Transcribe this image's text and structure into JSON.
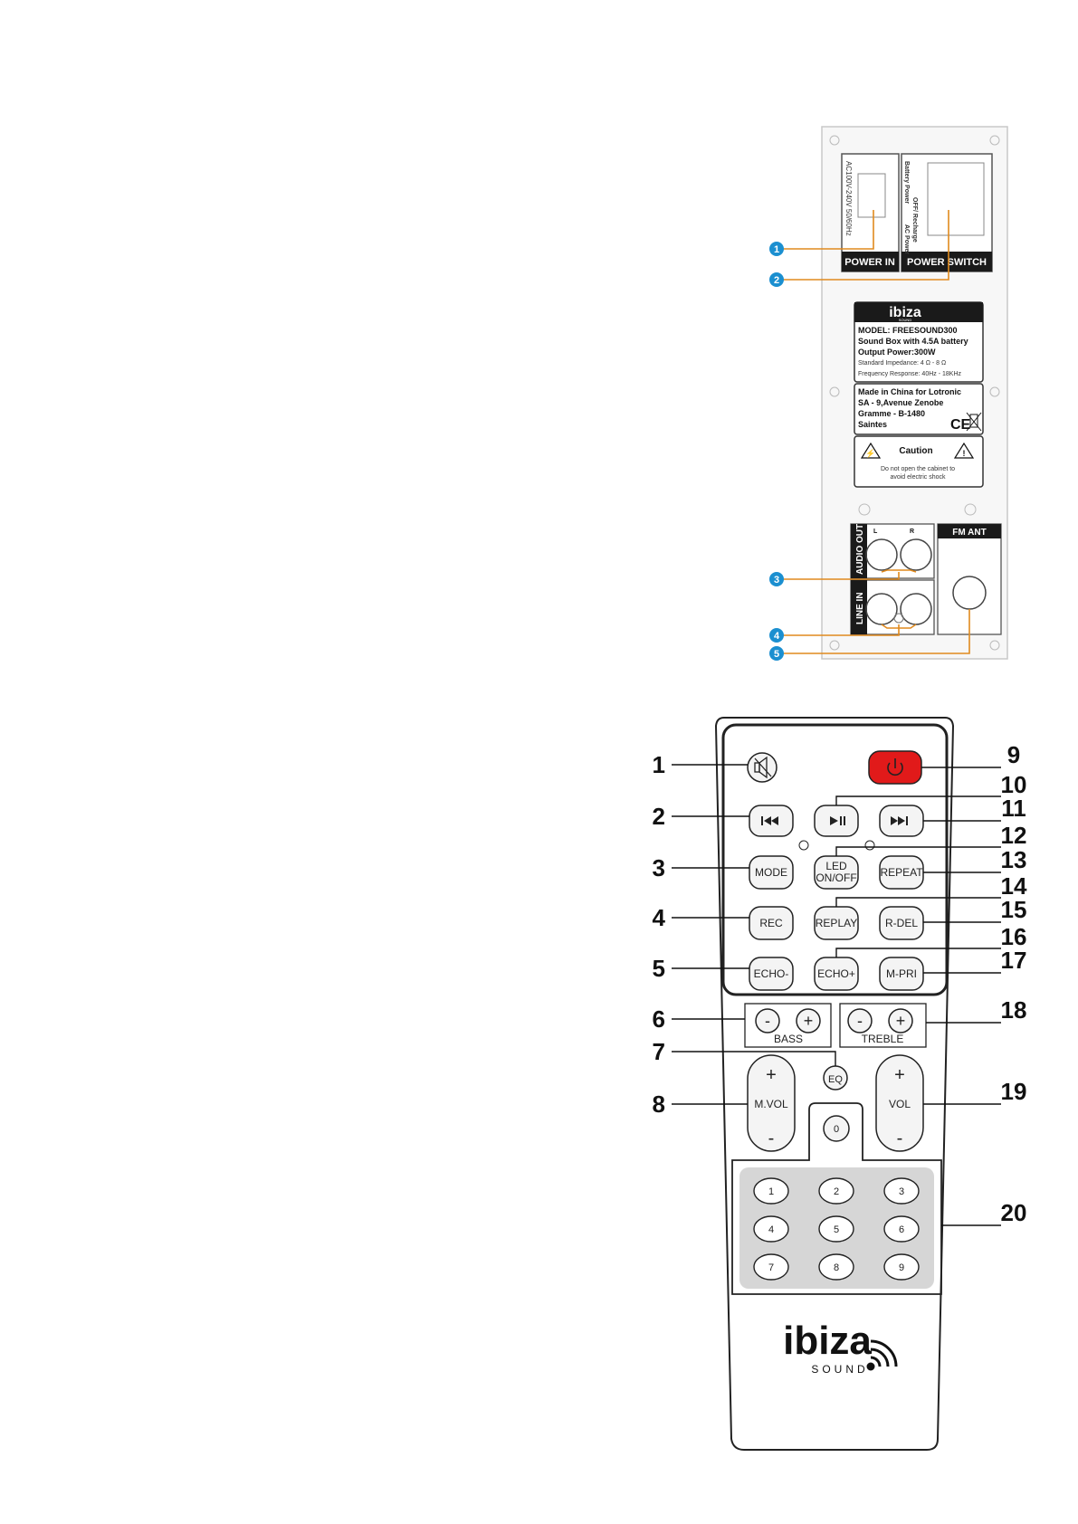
{
  "panel": {
    "power_in_label": "POWER IN",
    "power_switch_label": "POWER SWITCH",
    "voltage_text": "AC100V-240V 50/60Hz",
    "switch_positions": [
      "Battery Power",
      "OFF/ Recharge",
      "AC Power"
    ],
    "brand_logo": "ibiza",
    "brand_sub": "SOUND",
    "model_line": "MODEL: FREESOUND300",
    "desc_line": "Sound Box with 4.5A battery",
    "output_line": "Output Power:300W",
    "impedance_line": "Standard Impedance:  4 Ω - 8 Ω",
    "freq_line": "Frequency Response: 40Hz - 18KHz",
    "made_in_lines": [
      "Made in China for Lotronic",
      "SA - 9,Avenue Zenobe",
      "Gramme - B-1480",
      "Saintes"
    ],
    "ce_mark": "CE",
    "caution_title": "Caution",
    "caution_lines": [
      "Do not open the cabinet to",
      "avoid electric shock"
    ],
    "audio_out_label": "AUDIO OUT",
    "line_in_label": "LINE IN",
    "fm_ant_label": "FM ANT",
    "left_label": "L",
    "right_label": "R",
    "callouts": [
      "1",
      "2",
      "3",
      "4",
      "5"
    ]
  },
  "remote": {
    "buttons": {
      "mute_icon": "mute-icon",
      "power_icon": "power-icon",
      "prev_icon": "previous-track-icon",
      "playpause_icon": "play-pause-icon",
      "next_icon": "next-track-icon",
      "mode": "MODE",
      "led_line1": "LED",
      "led_line2": "ON/OFF",
      "repeat": "REPEAT",
      "rec": "REC",
      "replay": "REPLAY",
      "rdel": "R-DEL",
      "echo_minus": "ECHO-",
      "echo_plus": "ECHO+",
      "mpri": "M-PRI",
      "minus": "-",
      "plus": "+",
      "bass": "BASS",
      "treble": "TREBLE",
      "eq": "EQ",
      "mvol": "M.VOL",
      "vol": "VOL",
      "zero": "0",
      "digits": [
        "1",
        "2",
        "3",
        "4",
        "5",
        "6",
        "7",
        "8",
        "9"
      ]
    },
    "brand_logo": "ibiza",
    "brand_sub": "SOUND",
    "callouts_left": [
      "1",
      "2",
      "3",
      "4",
      "5",
      "6",
      "7",
      "8"
    ],
    "callouts_right": [
      "9",
      "10",
      "11",
      "12",
      "13",
      "14",
      "15",
      "16",
      "17",
      "18",
      "19",
      "20"
    ]
  },
  "colors": {
    "badge_blue": "#1b8fd0",
    "leader_orange": "#e08a1e",
    "power_red": "#e11a1a",
    "keypad_gray": "#d6d6d6"
  }
}
